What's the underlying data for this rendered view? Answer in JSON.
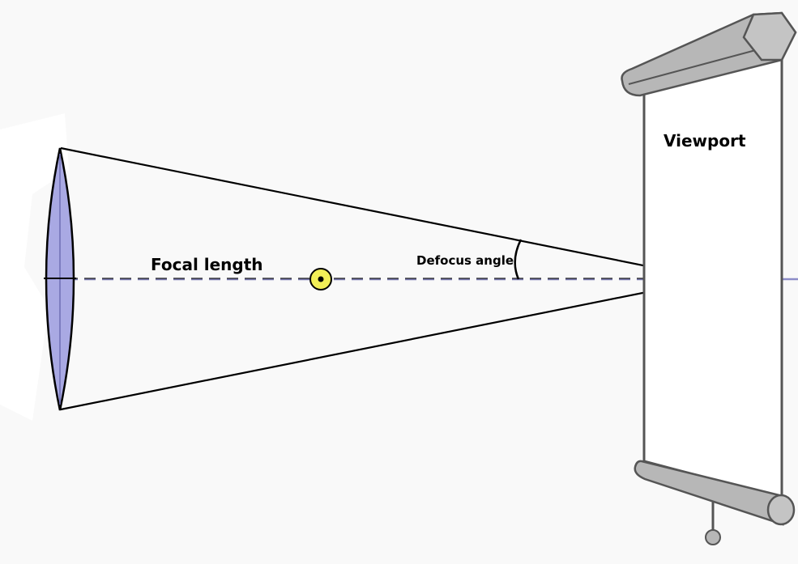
{
  "labels": {
    "focal_length": "Focal length",
    "defocus_angle": "Defocus angle",
    "viewport": "Viewport"
  },
  "colors": {
    "lens_fill": "#a9a9e3",
    "lens_axis": "#6f6fb4",
    "focus_marker": "#f2ef57",
    "screen_frame": "#b7b7b7",
    "screen_stroke": "#555555",
    "background": "#f9f9f9"
  },
  "icons": {
    "lens": "biconvex-lens-icon",
    "camera_center": "camera-center-marker-icon",
    "screen": "projection-screen-icon"
  }
}
